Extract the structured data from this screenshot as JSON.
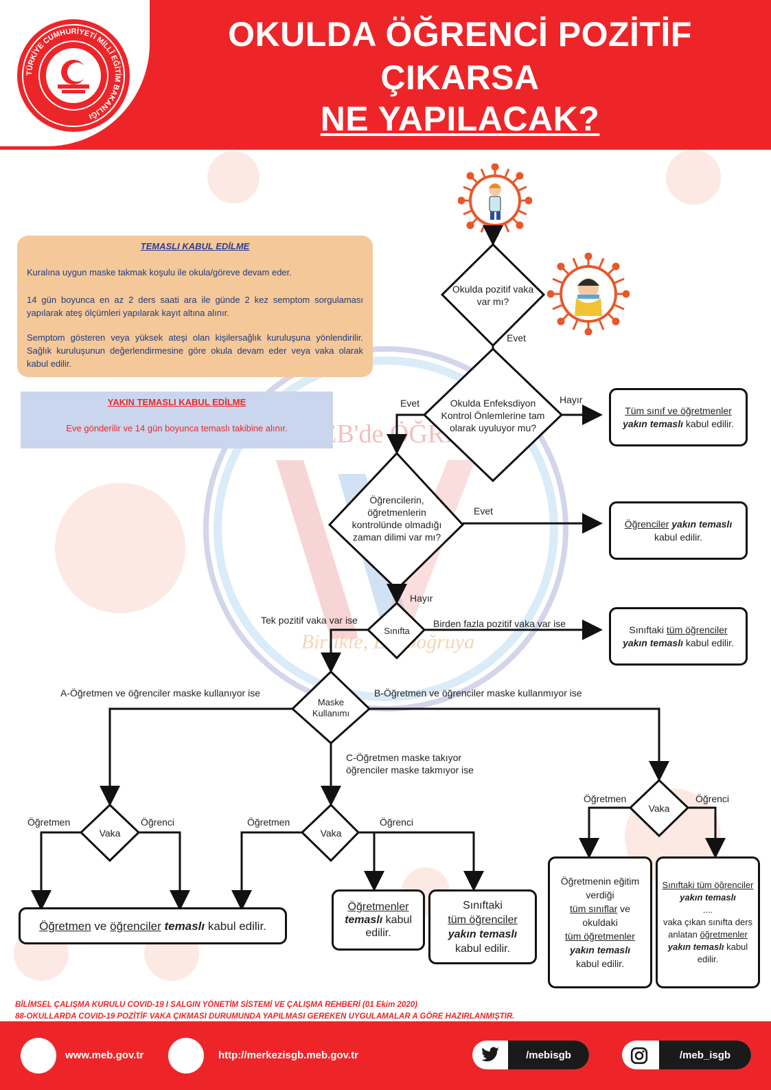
{
  "header": {
    "title_line1": "OKULDA ÖĞRENCİ POZİTİF",
    "title_line2": "ÇIKARSA",
    "title_line3": "NE YAPILACAK?"
  },
  "logo": {
    "ring_text": "TÜRKİYE CUMHURİYETİ MİLLÎ EĞİTİM BAKANLIĞI"
  },
  "info_temasli": {
    "title": "TEMASLI KABUL EDİLME",
    "p1": "Kuralına uygun maske takmak koşulu ile  okula/göreve devam eder.",
    "p2": "14 gün boyunca en az 2 ders saati ara ile günde 2 kez semptom sorgulaması yapılarak ateş ölçümleri yapılarak kayıt altına alınır.",
    "p3": "Semptom gösteren veya yüksek ateşi olan kişilersağlık kuruluşuna yönlendirilir. Sağlık kuruluşunun değerlendirmesine göre okula devam eder veya vaka olarak kabul edilir."
  },
  "info_yakin": {
    "title": "YAKIN TEMASLI KABUL EDİLME",
    "p1": "Eve gönderilir ve 14 gün boyunca temaslı takibine alınır."
  },
  "flow": {
    "q1": "Okulda pozitif vaka var mı?",
    "q1_yes": "Evet",
    "q2": "Okulda Enfeksdiyon Kontrol Önlemlerine tam olarak uyuluyor mu?",
    "q2_no": "Hayır",
    "q2_yes": "Evet",
    "r1_part1": "Tüm sınıf ve öğretmenler",
    "r1_part2": "yakın temaslı",
    "r1_part3": "kabul edilir.",
    "q3": "Öğrencilerin, öğretmenlerin kontrolünde olmadığı zaman dilimi var mı?",
    "q3_yes": "Evet",
    "q3_no": "Hayır",
    "r2_part1": "Öğrenciler",
    "r2_part2": "yakın temaslı",
    "r2_part3": "kabul edilir.",
    "q4": "Sınıfta",
    "q4_left": "Tek pozitif vaka var ise",
    "q4_right": "Birden fazla pozitif vaka var ise",
    "r3_part1": "Sınıftaki",
    "r3_part2": "tüm öğrenciler",
    "r3_part3": "yakın temaslı",
    "r3_part4": "kabul edilir.",
    "q5_line1": "Maske",
    "q5_line2": "Kullanımı",
    "branch_a": "A-Öğretmen ve öğrenciler maske kullanıyor ise",
    "branch_b": "B-Öğretmen ve öğrenciler maske kullanmıyor ise",
    "branch_c_line1": "C-Öğretmen maske takıyor",
    "branch_c_line2": "öğrenciler maske takmıyor ise",
    "vaka": "Vaka",
    "ogretmen": "Öğretmen",
    "ogrenci": "Öğrenci",
    "ra_part1": "Öğretmen",
    "ra_part2": "ve",
    "ra_part3": "öğrenciler",
    "ra_part4": "temaslı",
    "ra_part5": "kabul edilir.",
    "rc1_part1": "Öğretmenler",
    "rc1_part2": "temaslı",
    "rc1_part3": "kabul edilir.",
    "rc2_part1": "Sınıftaki",
    "rc2_part2": "tüm öğrenciler",
    "rc2_part3": "yakın temaslı",
    "rc2_part4": "kabul edilir.",
    "rb1_part1": "Öğretmenin eğitim verdiği",
    "rb1_part2": "tüm sınıflar",
    "rb1_part3": "ve okuldaki",
    "rb1_part4": "tüm öğretmenler",
    "rb1_part5": "yakın temaslı",
    "rb1_part6": "kabul edilir.",
    "rb2_part1": "Sınıftaki tüm öğrenciler",
    "rb2_part2": "yakın temaslı",
    "rb2_part3": "....",
    "rb2_part4": "vaka çıkan sınıfta ders anlatan",
    "rb2_part5": "öğretmenler",
    "rb2_part6": "yakın temaslı",
    "rb2_part7": "kabul edilir."
  },
  "watermark": {
    "brand": "WEB'de ÖĞREN",
    "tagline": "Birlikte, En Doğruya"
  },
  "footer": {
    "note_line1": "BİLİMSEL ÇALIŞMA KURULU COVID-19 I SALGIN YÖNETİM SİSTEMİ VE ÇALIŞMA REHBERİ (01 Ekim 2020)",
    "note_line2": "88-OKULLARDA COVID-19 POZİTİF VAKA ÇIKMASI DURUMUNDA YAPILMASI GEREKEN UYGULAMALAR A GÖRE HAZIRLANMIŞTIR.",
    "url1": "www.meb.gov.tr",
    "url2": "http://merkezisgb.meb.gov.tr",
    "twitter": "/mebisgb",
    "instagram": "/meb_isgb"
  },
  "colors": {
    "brand_red": "#ee2528",
    "virus_orange": "#e8572a",
    "box_orange": "#f5c89a",
    "box_blue": "#c9d6ee"
  }
}
